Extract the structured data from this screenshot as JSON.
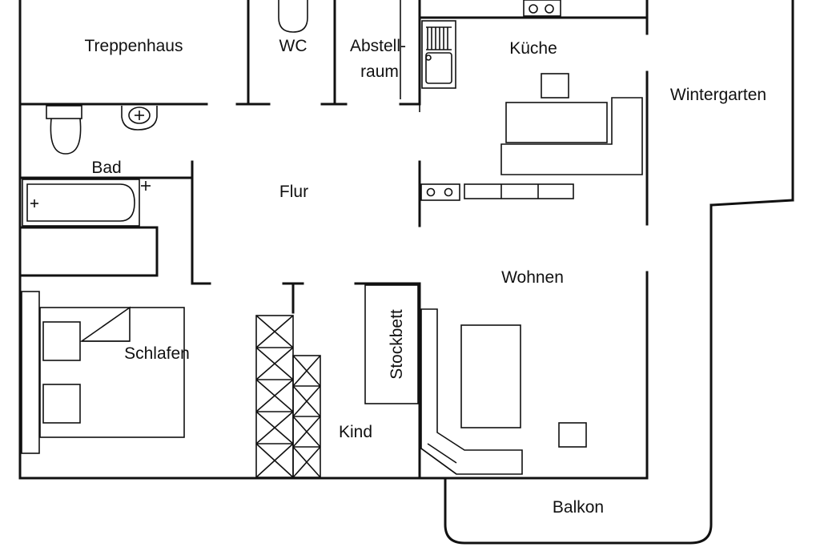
{
  "rooms": {
    "treppenhaus": "Treppenhaus",
    "wc": "WC",
    "abstellraum_line1": "Abstell-",
    "abstellraum_line2": "raum",
    "kueche": "Küche",
    "wintergarten": "Wintergarten",
    "bad": "Bad",
    "flur": "Flur",
    "wohnen": "Wohnen",
    "schlafen": "Schlafen",
    "kind": "Kind",
    "stockbett": "Stockbett",
    "balkon": "Balkon"
  }
}
